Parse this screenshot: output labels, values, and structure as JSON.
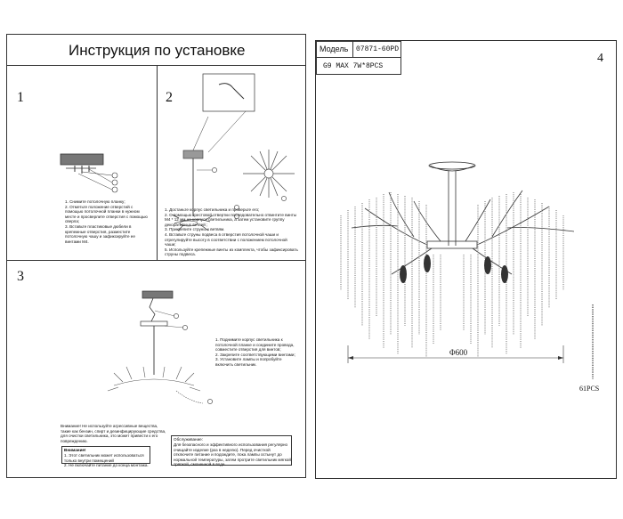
{
  "left_page": {
    "title": "Инструкция по установке",
    "steps": [
      {
        "number": "1",
        "text": "1. Снимите потолочную планку;\n2. Отметьте положение отверстий с помощью потолочной планки в нужном месте и просверлите отверстия с помощью сверла;\n3. Вставьте пластиковые дюбели в крепежные отверстия, разместите потолочную чашу и зафиксируйте ее винтами М4."
      },
      {
        "number": "2",
        "text": "1. Достаньте корпус светильника и проверьте его;\n2. С помощью крестовой отвертки последовательно отвинтите винты М4 * 12 мм на корпусе светильника, а затем установите группу декоративных ветвей ;\n3. Прикрепите струны к ветвям.\n4. Вставьте струны подвеса в отверстия потолочной чаши и отрегулируйте высоту в соответствии с положением потолочной чаши;\n5. Используйте крепежные винты из комплекта, чтобы зафиксировать струны подвеса."
      },
      {
        "number": "3",
        "text": "1. Поднимите корпус светильника к потолочной планке и соедините провода, совместите отверстия для винтов;\n2. Закрепите соответствующими винтами;\n3. Установите лампы и попробуйте включить светильник."
      }
    ],
    "warning": "Внимание! Не используйте агрессивные вещества, такие как бензин, спирт и дезинфицирующие средства, для очистки светильника, это может привести к его повреждению.",
    "notice_title": "Внимание!",
    "notice_items": "1. Этот светильник может использоваться только внутри помещений\n2. Не включайте питание до конца монтажа.",
    "service_title": "Обслуживание:",
    "service_text": "Для безопасного и эффективного использования регулярно очищайте изделие (раз в неделю). Перед очисткой отключите питание и подождите, пока лампы остынут до нормальной температуры, затем протрите светильник мягкой тряпкой, смоченной в воде."
  },
  "right_page": {
    "page_number": "4",
    "model_label": "Модель",
    "model_value": "07871-60PD",
    "lamp_spec": "G9  MAX 7W*8PCS",
    "dimension": "Φ600",
    "pendant_count": "61PCS"
  }
}
